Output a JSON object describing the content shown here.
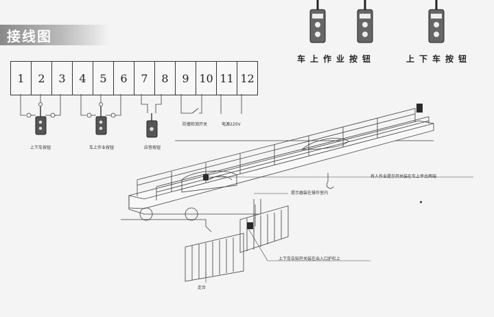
{
  "title": "接线图",
  "terminals": [
    "1",
    "2",
    "3",
    "4",
    "5",
    "6",
    "7",
    "8",
    "9",
    "10",
    "11",
    "12"
  ],
  "wiring_labels": {
    "up_down": "上下车按钮",
    "onboard": "车上作业按钮",
    "answer": "应答按钮",
    "anti_collision": "防撞检测开关",
    "power": "电源220V"
  },
  "photo_labels": {
    "onboard": "车上作业按钮",
    "up_down": "上下车按钮"
  },
  "callouts": {
    "platform_switch": "有人作业提示开关装在车上平台两端",
    "operator_room": "提示器装在操作室内",
    "entrance_switch": "上下车告知开关装在出入口护栏上",
    "walkway": "走台"
  },
  "colors": {
    "line": "#3a3a3a",
    "dark": "#2a2a2a",
    "red": "#b03030"
  }
}
